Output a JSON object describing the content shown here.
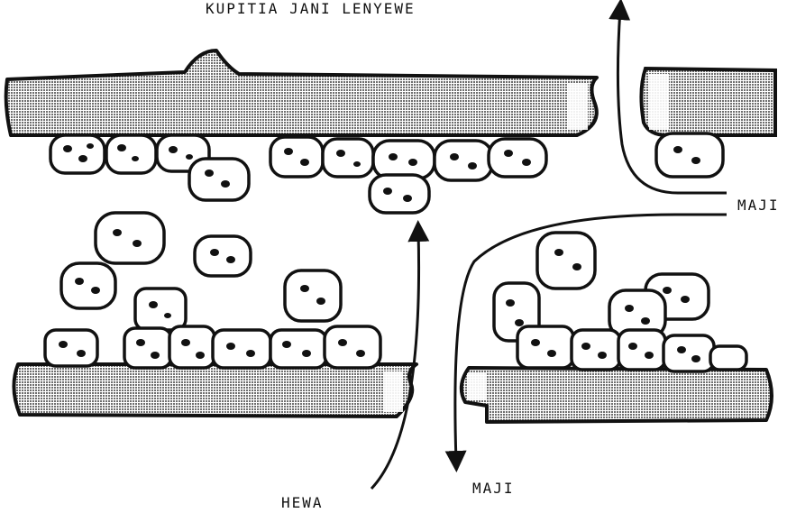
{
  "labels": {
    "title": "KUPITIA JANI LENYEWE",
    "water_right": "MAJI",
    "water_bottom": "MAJI",
    "air": "HEWA"
  },
  "colors": {
    "ink": "#111111",
    "stipple": "#6e6e6e",
    "paper": "#ffffff"
  }
}
